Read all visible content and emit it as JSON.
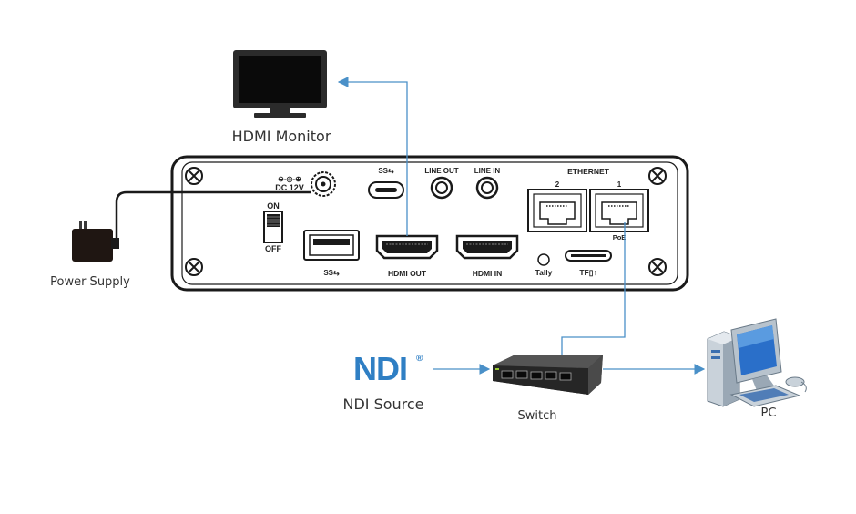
{
  "labels": {
    "hdmi_monitor": "HDMI Monitor",
    "power_supply": "Power Supply",
    "ndi_source": "NDI Source",
    "switch": "Switch",
    "pc": "PC"
  },
  "ndi_logo": {
    "text": "NDI",
    "mark": "®",
    "color": "#2f7fc4"
  },
  "panel": {
    "dc": "DC 12V",
    "dc_symbol": "⊖-◎-⊕",
    "usb_logo": "SS⇆",
    "usb_logo_bottom": "SS⇆",
    "line_out": "LINE OUT",
    "line_in": "LINE IN",
    "ethernet": "ETHERNET",
    "port_2": "2",
    "port_1": "1",
    "poe": "PoE",
    "switch_on": "ON",
    "switch_off": "OFF",
    "hdmi_out": "HDMI OUT",
    "hdmi_in": "HDMI IN",
    "tally": "Tally",
    "tf": "TF▯↑"
  },
  "colors": {
    "connector_line": "#4a90c8",
    "panel_stroke": "#1a1a1a"
  },
  "icons": [
    "monitor-icon",
    "power-adapter-icon",
    "network-switch-icon",
    "pc-icon"
  ]
}
